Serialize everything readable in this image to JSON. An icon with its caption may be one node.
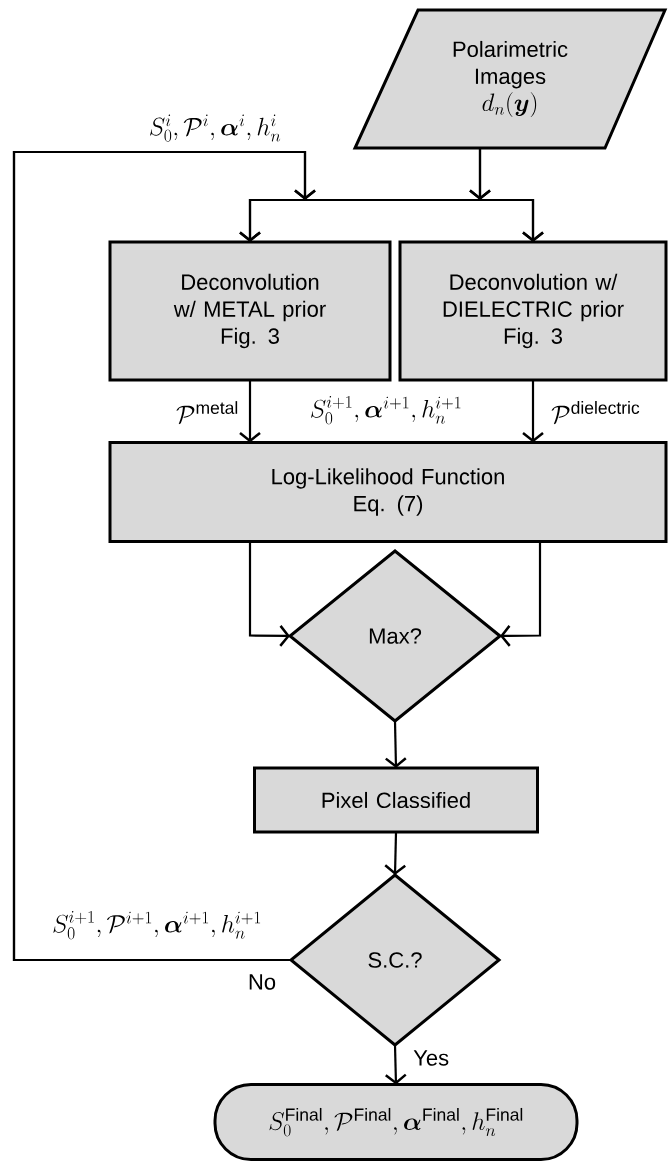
{
  "diagram": {
    "nodes": [
      {
        "text": [
          "Polarimetric Images",
          "d_n(\\boldsymbol{y})"
        ]
      },
      {
        "text": [
          "Deconvolution w/ METAL prior",
          "Fig. 3"
        ]
      },
      {
        "text": [
          "Deconvolution w/ DIELECTRIC prior",
          "Fig. 3"
        ]
      },
      {
        "text": [
          "Log-Likelihood Function",
          "Eq. (7)"
        ]
      },
      {
        "text": [
          "Max?"
        ]
      },
      {
        "text": [
          "Pixel Classified"
        ]
      },
      {
        "text": [
          "S.C.?"
        ]
      },
      {
        "text": [
          "S_0^{\\mathrm{Final}},\\mathcal{P}^{\\mathrm{Final}},\\boldsymbol{\\alpha}^{\\mathrm{Final}},h_n^{\\mathrm{Final}}"
        ]
      }
    ],
    "edges": [
      {
        "from": 0,
        "to": 1,
        "arrow": "to"
      },
      {
        "from": 0,
        "to": 2,
        "arrow": "to"
      },
      {
        "from": 6,
        "to": 1,
        "arrow": "to",
        "label": "No"
      },
      {
        "from": 6,
        "to": 2,
        "arrow": "to"
      },
      {
        "from": 1,
        "to": 3,
        "arrow": "to",
        "label": "\\mathcal{P}^{\\mathrm{metal}}"
      },
      {
        "from": 2,
        "to": 3,
        "arrow": "to",
        "label": "\\mathcal{P}^{\\mathrm{dielectric}}"
      },
      {
        "from": 3,
        "to": 4,
        "arrow": "to"
      },
      {
        "from": 3,
        "to": 4,
        "arrow": "to"
      },
      {
        "from": 4,
        "to": 5,
        "arrow": "to"
      },
      {
        "from": 5,
        "to": 6,
        "arrow": "to"
      },
      {
        "from": 6,
        "to": 7,
        "arrow": "to",
        "label": "Yes"
      }
    ],
    "labels": [
      "S_0^i,\\mathcal{P}^i,\\boldsymbol{\\alpha}^i,h_n^i",
      "S_0^{i+1},\\boldsymbol{\\alpha}^{i+1},h_n^{i+1}",
      "S_0^{i+1},\\mathcal{P}^{i+1},\\boldsymbol{\\alpha}^{i+1},h_n^{i+1}"
    ]
  }
}
